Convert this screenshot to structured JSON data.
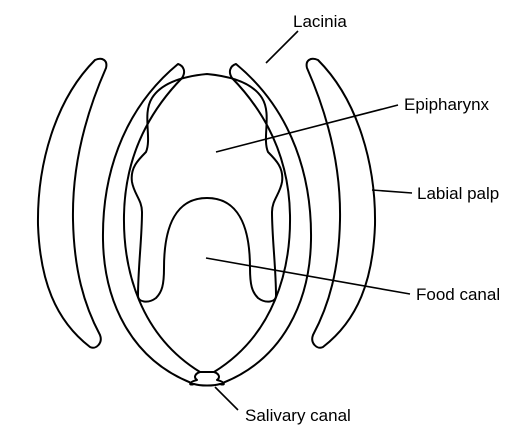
{
  "labels": {
    "lacinia": "Lacinia",
    "epipharynx": "Epipharynx",
    "labial_palp": "Labial palp",
    "food_canal": "Food canal",
    "salivary_canal": "Salivary canal"
  },
  "colors": {
    "stroke": "#000000",
    "background": "#ffffff"
  }
}
